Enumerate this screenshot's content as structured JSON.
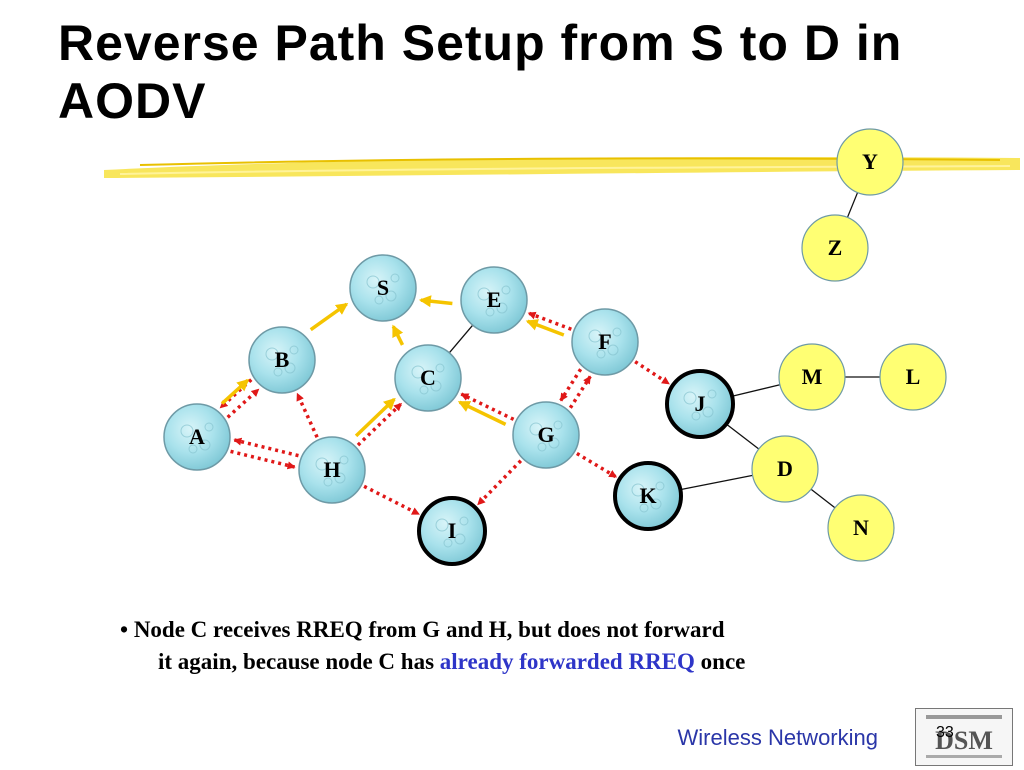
{
  "slide": {
    "title": "Reverse Path Setup from S to D in AODV",
    "caption": {
      "bullet": "•",
      "line1": "Node C receives RREQ from G and H, but does not forward",
      "line2_before": "it again, because node C has ",
      "line2_highlight": "already forwarded RREQ",
      "line2_after": " once"
    },
    "footer": "Wireless Networking",
    "page_number": "33",
    "logo_text": "DSM"
  },
  "diagram": {
    "nodes": [
      {
        "id": "S",
        "label": "S",
        "style": "blue"
      },
      {
        "id": "E",
        "label": "E",
        "style": "blue"
      },
      {
        "id": "B",
        "label": "B",
        "style": "blue"
      },
      {
        "id": "C",
        "label": "C",
        "style": "blue"
      },
      {
        "id": "F",
        "label": "F",
        "style": "blue"
      },
      {
        "id": "A",
        "label": "A",
        "style": "blue"
      },
      {
        "id": "G",
        "label": "G",
        "style": "blue"
      },
      {
        "id": "H",
        "label": "H",
        "style": "blue"
      },
      {
        "id": "I",
        "label": "I",
        "style": "blue-bold"
      },
      {
        "id": "J",
        "label": "J",
        "style": "blue-bold"
      },
      {
        "id": "K",
        "label": "K",
        "style": "blue-bold"
      },
      {
        "id": "Y",
        "label": "Y",
        "style": "yellow"
      },
      {
        "id": "Z",
        "label": "Z",
        "style": "yellow"
      },
      {
        "id": "M",
        "label": "M",
        "style": "yellow"
      },
      {
        "id": "L",
        "label": "L",
        "style": "yellow"
      },
      {
        "id": "D",
        "label": "D",
        "style": "yellow"
      },
      {
        "id": "N",
        "label": "N",
        "style": "yellow"
      }
    ],
    "links": [
      [
        "E",
        "C"
      ],
      [
        "Y",
        "Z"
      ],
      [
        "M",
        "L"
      ],
      [
        "J",
        "M"
      ],
      [
        "J",
        "D"
      ],
      [
        "K",
        "D"
      ],
      [
        "D",
        "N"
      ]
    ],
    "rreq_arrows": [
      [
        "A",
        "B"
      ],
      [
        "B",
        "A"
      ],
      [
        "H",
        "B"
      ],
      [
        "A",
        "H"
      ],
      [
        "H",
        "A"
      ],
      [
        "H",
        "C"
      ],
      [
        "H",
        "I"
      ],
      [
        "G",
        "C"
      ],
      [
        "G",
        "F"
      ],
      [
        "F",
        "G"
      ],
      [
        "F",
        "E"
      ],
      [
        "F",
        "J"
      ],
      [
        "G",
        "K"
      ],
      [
        "G",
        "I"
      ]
    ],
    "reverse_path_arrows": [
      [
        "A",
        "B"
      ],
      [
        "B",
        "S"
      ],
      [
        "E",
        "S"
      ],
      [
        "C",
        "S"
      ],
      [
        "F",
        "E"
      ],
      [
        "H",
        "C"
      ],
      [
        "G",
        "C"
      ]
    ],
    "colors": {
      "rreq": "#e01818",
      "reverse_path": "#f5c400",
      "link": "#111111",
      "blue_node": "#a9e2ec",
      "yellow_node": "#ffff73"
    }
  }
}
